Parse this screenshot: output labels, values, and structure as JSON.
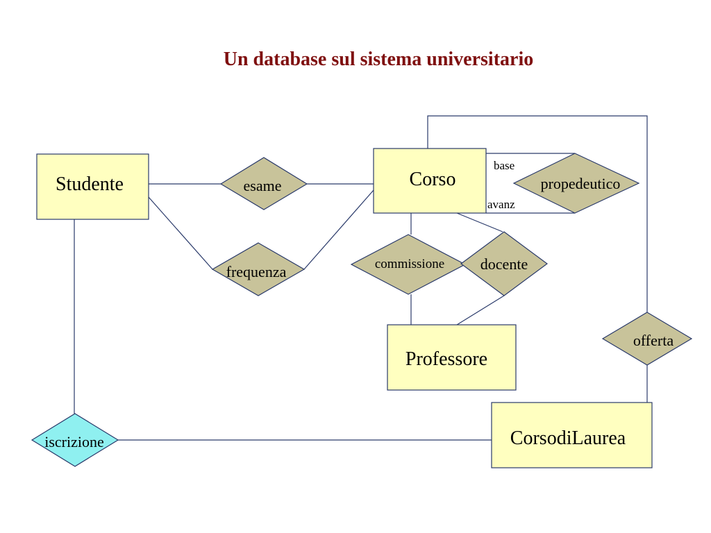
{
  "title": "Un database sul sistema universitario",
  "entities": {
    "studente": "Studente",
    "corso": "Corso",
    "professore": "Professore",
    "corsodilaurea": "CorsodiLaurea"
  },
  "relationships": {
    "esame": "esame",
    "frequenza": "frequenza",
    "propedeutico": "propedeutico",
    "commissione": "commissione",
    "docente": "docente",
    "offerta": "offerta",
    "iscrizione": "iscrizione"
  },
  "roles": {
    "base": "base",
    "avanz": "avanz"
  },
  "colors": {
    "title": "#7f1010",
    "entity_fill": "#ffffc0",
    "relationship_fill": "#c8c39a",
    "iscrizione_fill": "#8ff0f0",
    "stroke": "#2a3a6a"
  }
}
